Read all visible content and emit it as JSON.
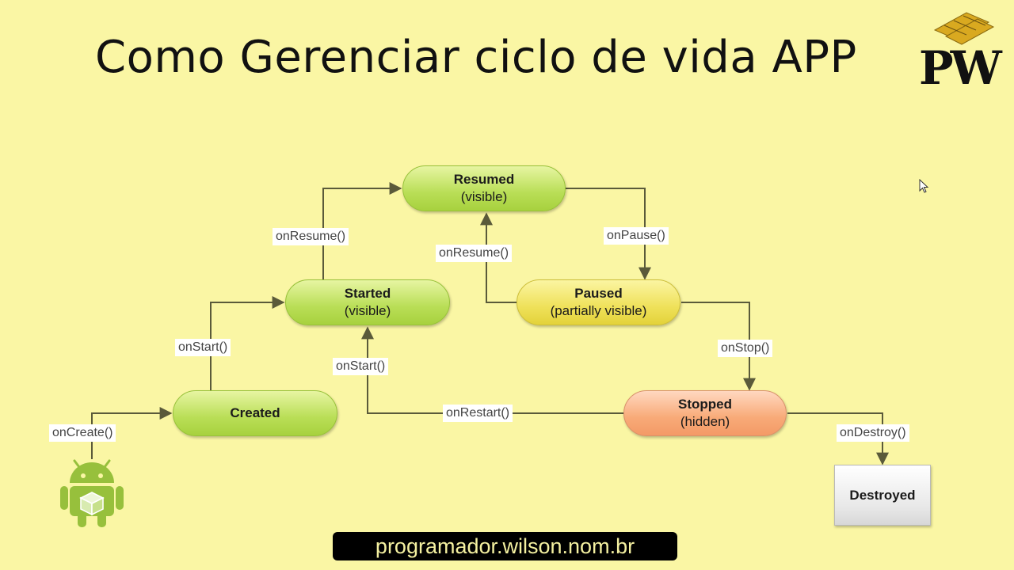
{
  "title": "Como Gerenciar ciclo de vida APP",
  "logo": {
    "text": "PW"
  },
  "states": {
    "resumed": {
      "name": "Resumed",
      "sub": "(visible)"
    },
    "started": {
      "name": "Started",
      "sub": "(visible)"
    },
    "paused": {
      "name": "Paused",
      "sub": "(partially visible)"
    },
    "created": {
      "name": "Created"
    },
    "stopped": {
      "name": "Stopped",
      "sub": "(hidden)"
    },
    "destroyed": {
      "name": "Destroyed"
    }
  },
  "callbacks": {
    "on_create": "onCreate()",
    "on_start_1": "onStart()",
    "on_resume_1": "onResume()",
    "on_resume_2": "onResume()",
    "on_pause": "onPause()",
    "on_stop": "onStop()",
    "on_start_2": "onStart()",
    "on_restart": "onRestart()",
    "on_destroy": "onDestroy()"
  },
  "footer": {
    "url": "programador.wilson.nom.br"
  },
  "colors": {
    "background": "#faf6a4",
    "active_state": "#b9de56",
    "paused_state": "#efe15a",
    "stopped_state": "#f8aa78",
    "destroyed_state": "#e8e8e8",
    "arrow": "#5a5a3a"
  }
}
